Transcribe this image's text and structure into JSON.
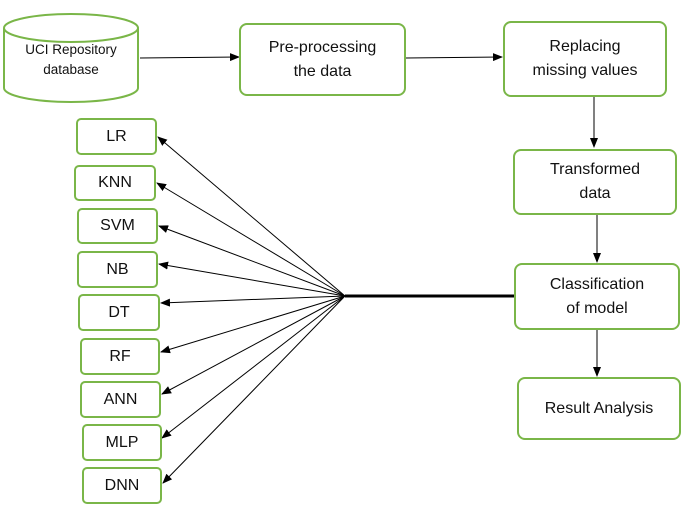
{
  "pipeline": {
    "database": "UCI Repository\ndatabase",
    "preprocess": "Pre-processing\nthe data",
    "missing": "Replacing\nmissing values",
    "transformed": "Transformed\ndata",
    "classification": "Classification\nof model",
    "result": "Result Analysis"
  },
  "models": [
    "LR",
    "KNN",
    "SVM",
    "NB",
    "DT",
    "RF",
    "ANN",
    "MLP",
    "DNN"
  ],
  "colors": {
    "box_border": "#7ab648",
    "line": "#000000"
  }
}
